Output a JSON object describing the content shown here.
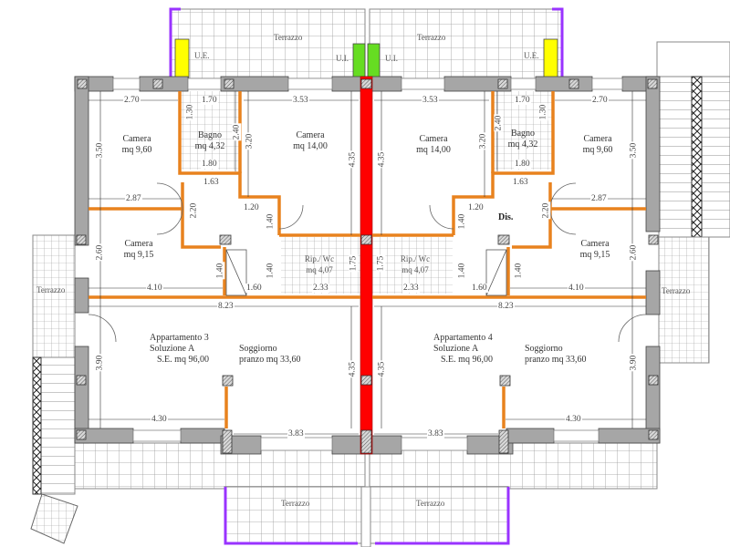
{
  "colors": {
    "wall": "#a6a6a6",
    "wall_border": "#444444",
    "partition": "#e8821e",
    "party_wall": "#ff0000",
    "railing": "#9933ff",
    "unit_external": "#ffff00",
    "unit_internal": "#66dd22",
    "tile_grid": "#9a9a9a"
  },
  "terraces": {
    "top_left": "Terrazzo",
    "top_right": "Terrazzo",
    "left": "Terrazzo",
    "right": "Terrazzo",
    "bottom_left": "Terrazzo",
    "bottom_right": "Terrazzo"
  },
  "units": {
    "ue_left": "U.E.",
    "ui_left": "U.I.",
    "ui_right": "U.I.",
    "ue_right": "U.E."
  },
  "apartment_3": {
    "title": "Appartamento 3",
    "solution": "Soluzione A",
    "area": "S.E.  mq 96,00",
    "rooms": {
      "camera_top_left": {
        "name": "Camera",
        "area": "mq 9,60"
      },
      "bagno": {
        "name": "Bagno",
        "area": "mq 4,32"
      },
      "camera_top_center": {
        "name": "Camera",
        "area": "mq 14,00"
      },
      "camera_mid": {
        "name": "Camera",
        "area": "mq 9,15"
      },
      "rip_wc": {
        "name": "Rip./ Wc",
        "area": "mq 4,07"
      },
      "soggiorno": {
        "name": "Soggiorno",
        "area": "pranzo mq 33,60"
      }
    },
    "dims": {
      "d270": "2.70",
      "d170": "1.70",
      "d353": "3.53",
      "d130": "1.30",
      "d240": "2.40",
      "d350": "3.50",
      "d320": "3.20",
      "d435a": "4.35",
      "d180": "1.80",
      "d163": "1.63",
      "d287": "2.87",
      "d220": "2.20",
      "d120": "1.20",
      "d140a": "1.40",
      "d140b": "1.40",
      "d140c": "1.40",
      "d260": "2.60",
      "d175": "1.75",
      "d410": "4.10",
      "d160": "1.60",
      "d233": "2.33",
      "d823": "8.23",
      "d390": "3.90",
      "d435b": "4.35",
      "d430": "4.30",
      "d383": "3.83"
    }
  },
  "apartment_4": {
    "title": "Appartamento 4",
    "solution": "Soluzione A",
    "area": "S.E.  mq 96,00",
    "dis_label": "Dis.",
    "rooms": {
      "camera_top_center": {
        "name": "Camera",
        "area": "mq 14,00"
      },
      "bagno": {
        "name": "Bagno",
        "area": "mq 4,32"
      },
      "camera_top_right": {
        "name": "Camera",
        "area": "mq 9,60"
      },
      "camera_mid": {
        "name": "Camera",
        "area": "mq 9,15"
      },
      "rip_wc": {
        "name": "Rip./ Wc",
        "area": "mq 4,07"
      },
      "soggiorno": {
        "name": "Soggiorno",
        "area": "pranzo mq 33,60"
      }
    },
    "dims": {
      "d353": "3.53",
      "d170": "1.70",
      "d270": "2.70",
      "d240": "2.40",
      "d130": "1.30",
      "d435a": "4.35",
      "d320": "3.20",
      "d350": "3.50",
      "d180": "1.80",
      "d163": "1.63",
      "d120": "1.20",
      "d220": "2.20",
      "d287": "2.87",
      "d140a": "1.40",
      "d175": "1.75",
      "d140b": "1.40",
      "d140c": "1.40",
      "d260": "2.60",
      "d233": "2.33",
      "d160": "1.60",
      "d410": "4.10",
      "d823": "8.23",
      "d435b": "4.35",
      "d390": "3.90",
      "d383": "3.83",
      "d430": "4.30"
    }
  }
}
